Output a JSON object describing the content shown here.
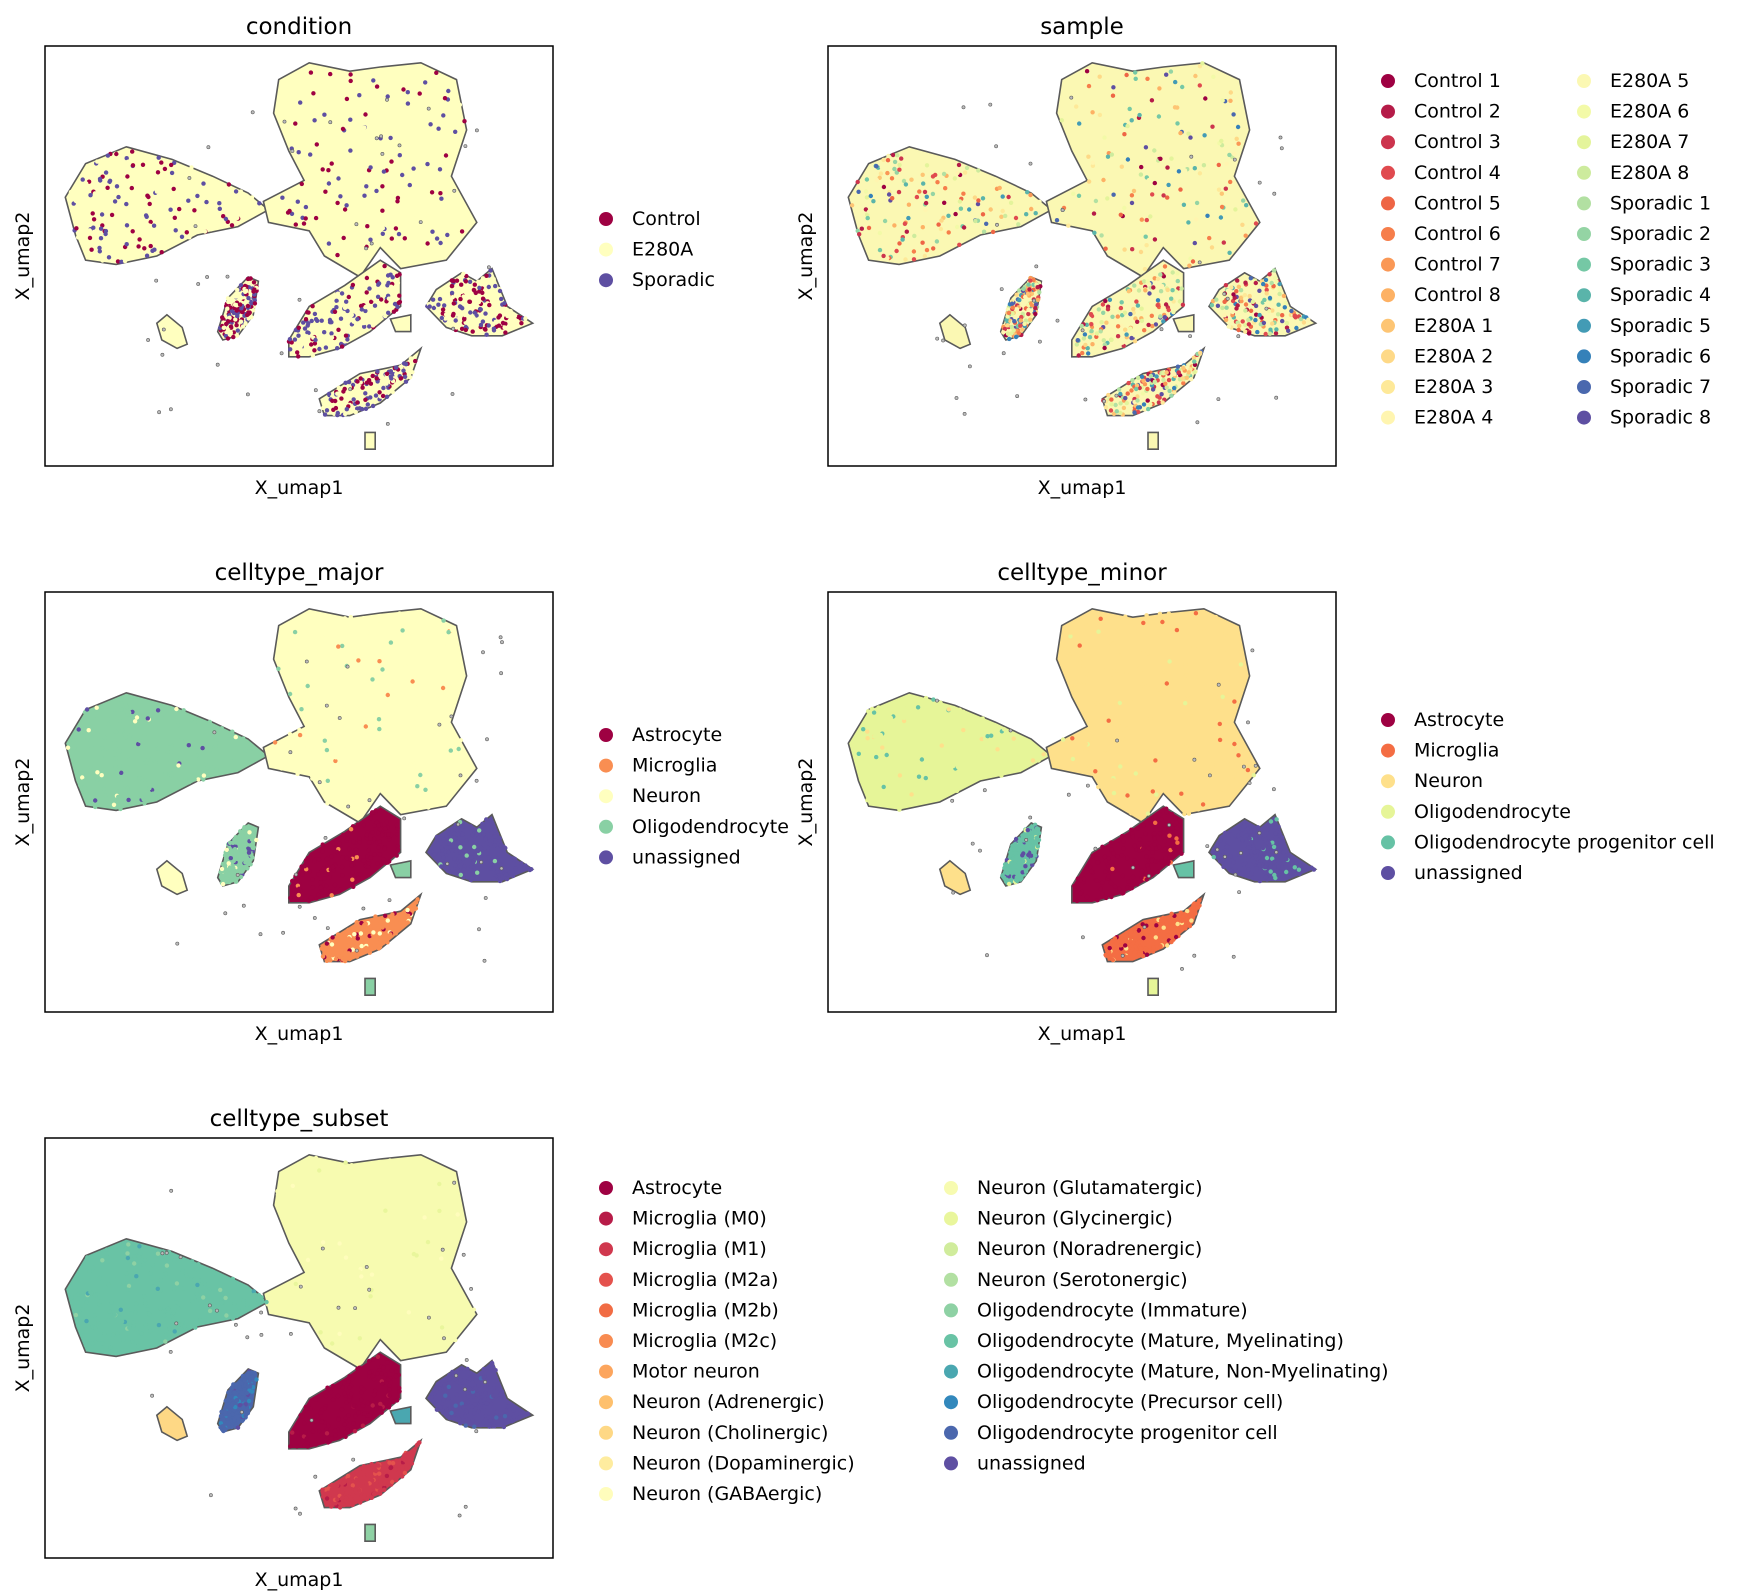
{
  "colors": {
    "frame": "#000000",
    "outline": "#5a5a5a"
  },
  "chart_data": [
    {
      "type": "scatter",
      "title": "condition",
      "xlabel": "X_umap1",
      "ylabel": "X_umap2",
      "legend_position": "right",
      "legend_columns": 1,
      "color_mode": "mixed",
      "legend": [
        {
          "label": "Control",
          "color": "#9e0142"
        },
        {
          "label": "E280A",
          "color": "#ffffbf"
        },
        {
          "label": "Sporadic",
          "color": "#5e4fa2"
        }
      ]
    },
    {
      "type": "scatter",
      "title": "sample",
      "xlabel": "X_umap1",
      "ylabel": "X_umap2",
      "legend_position": "right",
      "legend_columns": 2,
      "color_mode": "mixed",
      "legend": [
        {
          "label": "Control 1",
          "color": "#9e0142"
        },
        {
          "label": "Control 2",
          "color": "#b51b48"
        },
        {
          "label": "Control 3",
          "color": "#cc344d"
        },
        {
          "label": "Control 4",
          "color": "#e04a4f"
        },
        {
          "label": "Control 5",
          "color": "#ee6545"
        },
        {
          "label": "Control 6",
          "color": "#f67e4b"
        },
        {
          "label": "Control 7",
          "color": "#fa9856"
        },
        {
          "label": "Control 8",
          "color": "#fdb164"
        },
        {
          "label": "E280A 1",
          "color": "#fdc574"
        },
        {
          "label": "E280A 2",
          "color": "#fed987"
        },
        {
          "label": "E280A 3",
          "color": "#fee999"
        },
        {
          "label": "E280A 4",
          "color": "#fff5b0"
        },
        {
          "label": "E280A 5",
          "color": "#fbf8b3"
        },
        {
          "label": "E280A 6",
          "color": "#f3faa8"
        },
        {
          "label": "E280A 7",
          "color": "#e4f49b"
        },
        {
          "label": "E280A 8",
          "color": "#cdeb9d"
        },
        {
          "label": "Sporadic 1",
          "color": "#b2e0a2"
        },
        {
          "label": "Sporadic 2",
          "color": "#94d4a4"
        },
        {
          "label": "Sporadic 3",
          "color": "#75c8a5"
        },
        {
          "label": "Sporadic 4",
          "color": "#5ab4aa"
        },
        {
          "label": "Sporadic 5",
          "color": "#439bb5"
        },
        {
          "label": "Sporadic 6",
          "color": "#3581b9"
        },
        {
          "label": "Sporadic 7",
          "color": "#4a68ae"
        },
        {
          "label": "Sporadic 8",
          "color": "#5e4fa2"
        }
      ]
    },
    {
      "type": "scatter",
      "title": "celltype_major",
      "xlabel": "X_umap1",
      "ylabel": "X_umap2",
      "legend_position": "right",
      "legend_columns": 1,
      "color_mode": "regions",
      "legend": [
        {
          "label": "Astrocyte",
          "color": "#9e0142"
        },
        {
          "label": "Microglia",
          "color": "#f98e52"
        },
        {
          "label": "Neuron",
          "color": "#ffffbf"
        },
        {
          "label": "Oligodendrocyte",
          "color": "#89d0a4"
        },
        {
          "label": "unassigned",
          "color": "#5e4fa2"
        }
      ]
    },
    {
      "type": "scatter",
      "title": "celltype_minor",
      "xlabel": "X_umap1",
      "ylabel": "X_umap2",
      "legend_position": "right",
      "legend_columns": 1,
      "color_mode": "regions",
      "legend": [
        {
          "label": "Astrocyte",
          "color": "#9e0142"
        },
        {
          "label": "Microglia",
          "color": "#f46d43"
        },
        {
          "label": "Neuron",
          "color": "#fee08b"
        },
        {
          "label": "Oligodendrocyte",
          "color": "#e6f598"
        },
        {
          "label": "Oligodendrocyte progenitor cell",
          "color": "#66c2a5"
        },
        {
          "label": "unassigned",
          "color": "#5e4fa2"
        }
      ]
    },
    {
      "type": "scatter",
      "title": "celltype_subset",
      "xlabel": "X_umap1",
      "ylabel": "X_umap2",
      "legend_position": "right",
      "legend_columns": 2,
      "color_mode": "regions",
      "legend": [
        {
          "label": "Astrocyte",
          "color": "#9e0142"
        },
        {
          "label": "Microglia (M0)",
          "color": "#b71c48"
        },
        {
          "label": "Microglia (M1)",
          "color": "#d0384e"
        },
        {
          "label": "Microglia (M2a)",
          "color": "#e4524d"
        },
        {
          "label": "Microglia (M2b)",
          "color": "#f16c44"
        },
        {
          "label": "Microglia (M2c)",
          "color": "#f88b51"
        },
        {
          "label": "Motor neuron",
          "color": "#fca55d"
        },
        {
          "label": "Neuron (Adrenergic)",
          "color": "#fec06d"
        },
        {
          "label": "Neuron (Cholinergic)",
          "color": "#fed885"
        },
        {
          "label": "Neuron (Dopaminergic)",
          "color": "#feec9f"
        },
        {
          "label": "Neuron (GABAergic)",
          "color": "#fffdbc"
        },
        {
          "label": "Neuron (Glutamatergic)",
          "color": "#f7fbb0"
        },
        {
          "label": "Neuron (Glycinergic)",
          "color": "#e9f69c"
        },
        {
          "label": "Neuron (Noradrenergic)",
          "color": "#d0ec9c"
        },
        {
          "label": "Neuron (Serotonergic)",
          "color": "#b2e0a2"
        },
        {
          "label": "Oligodendrocyte (Immature)",
          "color": "#8ed1a4"
        },
        {
          "label": "Oligodendrocyte (Mature, Myelinating)",
          "color": "#69c3a5"
        },
        {
          "label": "Oligodendrocyte (Mature, Non-Myelinating)",
          "color": "#4aa7b0"
        },
        {
          "label": "Oligodendrocyte (Precursor cell)",
          "color": "#3288bc"
        },
        {
          "label": "Oligodendrocyte progenitor cell",
          "color": "#4b67ad"
        },
        {
          "label": "unassigned",
          "color": "#5e4fa2"
        }
      ]
    }
  ]
}
